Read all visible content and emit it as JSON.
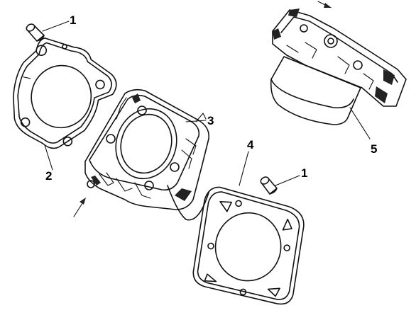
{
  "callouts": [
    {
      "id": "c1a",
      "text": "1"
    },
    {
      "id": "c2",
      "text": "2"
    },
    {
      "id": "c3",
      "text": "3"
    },
    {
      "id": "c4",
      "text": "4"
    },
    {
      "id": "c1b",
      "text": "1"
    },
    {
      "id": "c5",
      "text": "5"
    }
  ]
}
